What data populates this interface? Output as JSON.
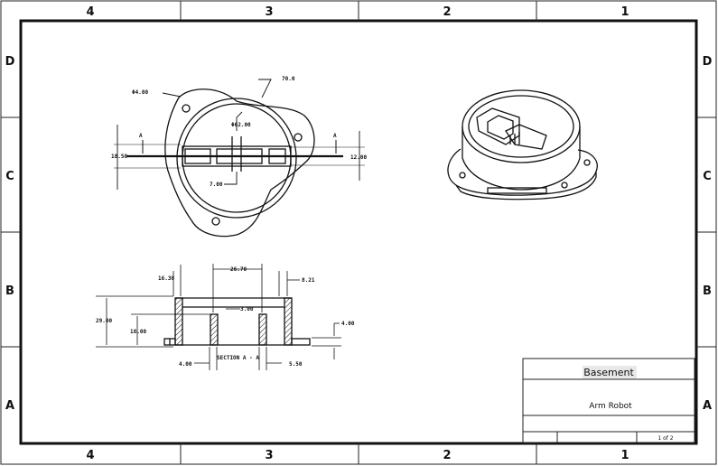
{
  "drawing": {
    "columns": [
      "4",
      "3",
      "2",
      "1"
    ],
    "rows": [
      "D",
      "C",
      "B",
      "A"
    ]
  },
  "top_view": {
    "hole_dia": "Φ4.00",
    "inner_dia": "Φ62.00",
    "outer_dim": "70.0",
    "section_mark": "A",
    "left_height": "18.50",
    "right_height": "12.00",
    "slot_width": "7.00"
  },
  "section_view": {
    "title": "SECTION A - A",
    "wall_thickness": "16.30",
    "slot_span": "26.70",
    "rim": "8.21",
    "total_height": "29.00",
    "inner_height": "18.00",
    "center_wall": "3.00",
    "flange_height": "4.00",
    "bottom_left": "4.00",
    "bottom_right": "5.50"
  },
  "title_block": {
    "title": "Basement",
    "subtitle": "Arm Robot",
    "sheet": "1 of 2"
  }
}
